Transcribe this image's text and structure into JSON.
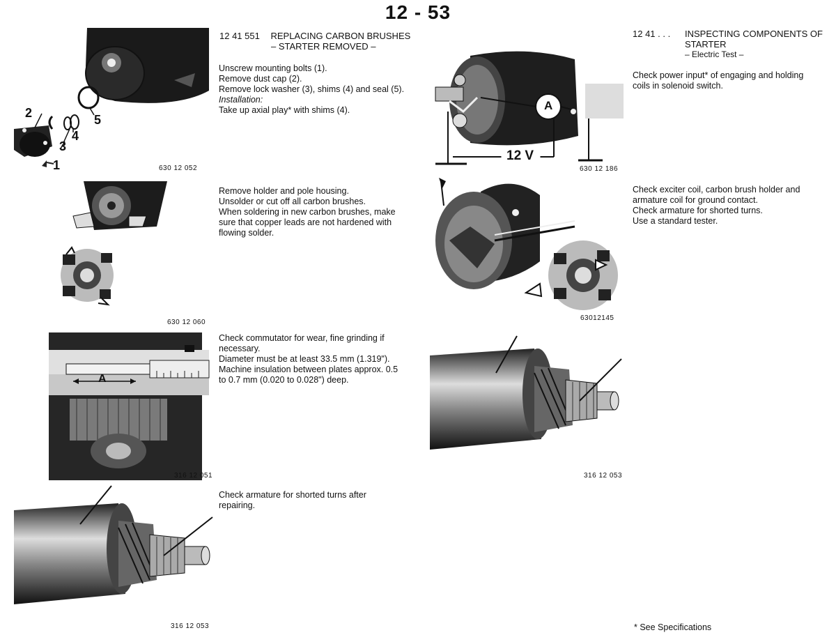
{
  "page_number": "12 - 53",
  "left": {
    "section_code": "12 41 551",
    "section_title": "REPLACING CARBON BRUSHES",
    "section_subtitle": "– STARTER REMOVED –",
    "steps1": [
      "Unscrew mounting bolts (1).",
      "Remove dust cap (2).",
      "Remove lock washer (3), shims (4) and seal (5)."
    ],
    "installation_label": "Installation:",
    "steps1b": "Take up axial play* with shims (4).",
    "steps2": [
      "Remove holder and pole housing.",
      "Unsolder or cut off all carbon brushes.",
      "When soldering in new carbon brushes, make",
      "sure that copper leads are not hardened with",
      "flowing solder."
    ],
    "steps3": [
      "Check commutator for wear, fine grinding if",
      "necessary.",
      "Diameter must be at least 33.5 mm (1.319\").",
      "Machine insulation between plates approx. 0.5",
      "to 0.7 mm (0.020 to 0.028\") deep."
    ],
    "steps4": [
      "Check armature for shorted turns after",
      "repairing."
    ],
    "fig_codes": [
      "630 12 052",
      "630 12 060",
      "316 12 051",
      "316 12 053"
    ],
    "fig1_labels": [
      "1",
      "2",
      "3",
      "4",
      "5"
    ],
    "fig3_label": "A"
  },
  "right": {
    "section_code": "12 41 . . .",
    "section_title_1": "INSPECTING COMPONENTS OF",
    "section_title_2": "STARTER",
    "section_subtitle": "– Electric Test –",
    "text1": [
      "Check power input* of engaging and holding",
      "coils in solenoid switch."
    ],
    "text2": [
      "Check exciter coil, carbon brush holder and",
      "armature coil for ground contact.",
      "Check armature for shorted turns.",
      "Use a standard tester."
    ],
    "fig_codes": [
      "630 12 186",
      "63012145",
      "316 12 053"
    ],
    "fig1_labels": [
      "A",
      "12 V"
    ],
    "footnote": "* See Specifications"
  }
}
